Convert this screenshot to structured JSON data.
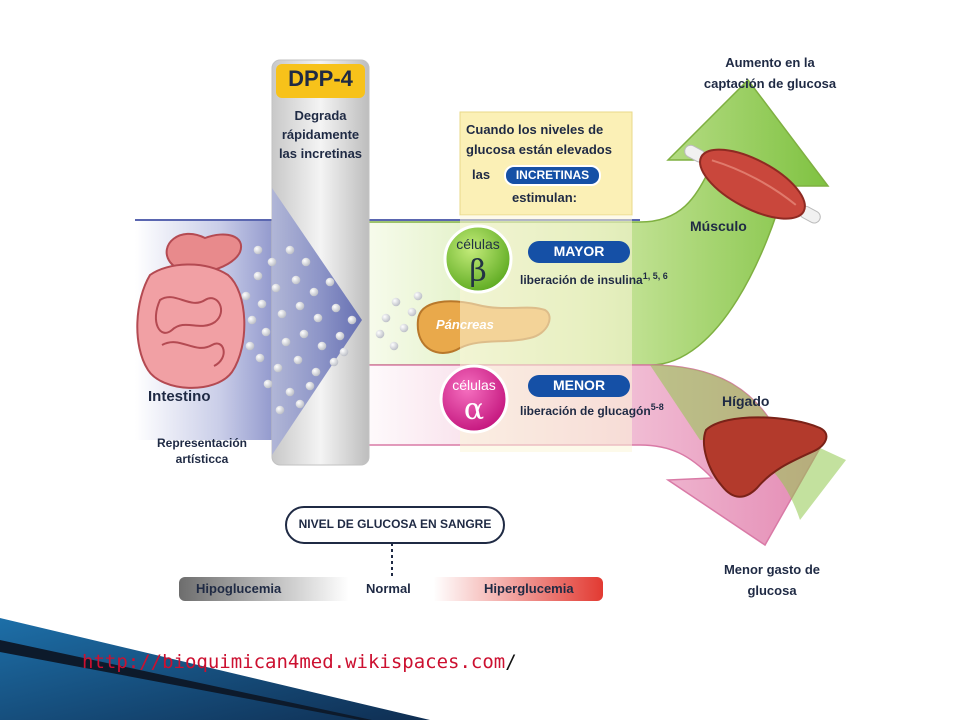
{
  "dpp4": {
    "title": "DPP-4",
    "line1": "Degrada",
    "line2": "rápidamente",
    "line3": "las incretinas"
  },
  "intestine": {
    "label": "Intestino",
    "note_line1": "Representación",
    "note_line2": "artísticca"
  },
  "incretin_box": {
    "line1": "Cuando los niveles de",
    "line2": "glucosa están elevados",
    "line3_prefix": "las",
    "badge": "INCRETINAS",
    "line4": "estimulan:"
  },
  "pancreas": {
    "label": "Páncreas"
  },
  "beta": {
    "cell_word": "células",
    "symbol": "β",
    "badge": "MAYOR",
    "text": "liberación de insulina",
    "refs": "1, 5, 6"
  },
  "alpha": {
    "cell_word": "células",
    "symbol": "α",
    "badge": "MENOR",
    "text": "liberación de glucagón",
    "refs": "5-8"
  },
  "muscle": {
    "label": "Músculo",
    "effect_line1": "Aumento en la",
    "effect_line2": "captación de glucosa"
  },
  "liver": {
    "label": "Hígado",
    "effect_line1": "Menor gasto de",
    "effect_line2": "glucosa"
  },
  "glucose_scale": {
    "title": "NIVEL DE GLUCOSA EN SANGRE",
    "low": "Hipoglucemia",
    "mid": "Normal",
    "high": "Hiperglucemia"
  },
  "source": {
    "url": "http://bioquimican4med.wikispaces.com",
    "trailing": "/"
  },
  "colors": {
    "dark_blue": "#1f2a44",
    "badge_blue": "#1550a6",
    "green": "#8cc63f",
    "pink": "#e9a8c4",
    "accent_red": "#cc1030"
  }
}
